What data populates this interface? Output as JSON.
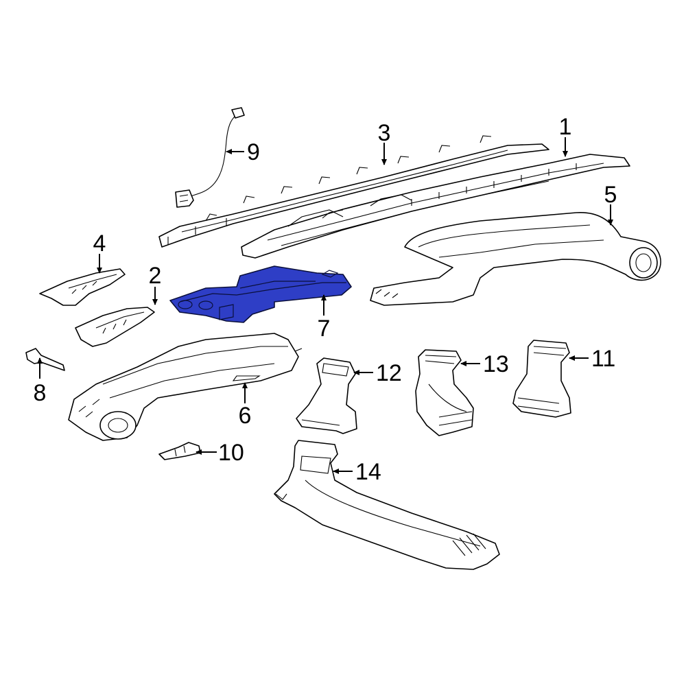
{
  "diagram": {
    "highlight_color": "#2e3ec6",
    "line_color": "#000000",
    "background": "#ffffff",
    "callouts": [
      {
        "id": "1",
        "label": "1"
      },
      {
        "id": "2",
        "label": "2"
      },
      {
        "id": "3",
        "label": "3"
      },
      {
        "id": "4",
        "label": "4"
      },
      {
        "id": "5",
        "label": "5"
      },
      {
        "id": "6",
        "label": "6"
      },
      {
        "id": "7",
        "label": "7",
        "highlighted": true
      },
      {
        "id": "8",
        "label": "8"
      },
      {
        "id": "9",
        "label": "9"
      },
      {
        "id": "10",
        "label": "10"
      },
      {
        "id": "11",
        "label": "11"
      },
      {
        "id": "12",
        "label": "12"
      },
      {
        "id": "13",
        "label": "13"
      },
      {
        "id": "14",
        "label": "14"
      }
    ]
  }
}
